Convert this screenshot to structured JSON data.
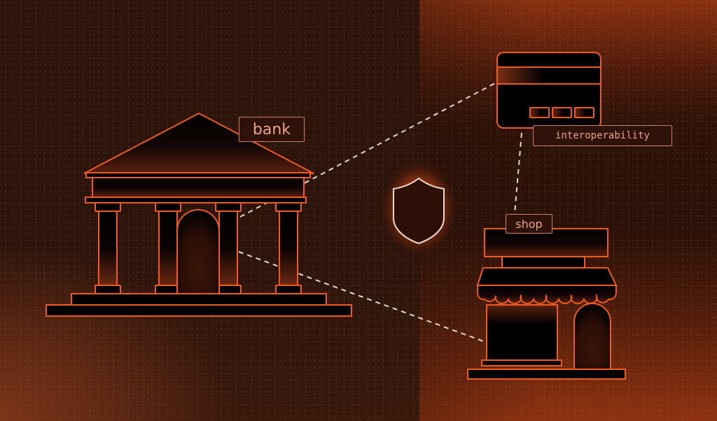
{
  "diagram": {
    "nodes": [
      {
        "id": "bank",
        "label": "bank",
        "icon": "bank-building-icon"
      },
      {
        "id": "card",
        "label": "interoperability",
        "icon": "credit-card-icon"
      },
      {
        "id": "shop",
        "label": "shop",
        "icon": "storefront-icon"
      },
      {
        "id": "security",
        "label": "",
        "icon": "shield-icon"
      }
    ],
    "edges": [
      {
        "from": "bank",
        "to": "card",
        "style": "dashed"
      },
      {
        "from": "bank",
        "to": "shop",
        "style": "dashed"
      },
      {
        "from": "card",
        "to": "shop",
        "style": "dashed"
      }
    ]
  },
  "labels": {
    "bank": "bank",
    "interoperability": "interoperability",
    "shop": "shop"
  },
  "colors": {
    "outline": "#f05a1e",
    "label_border": "#c9826a",
    "label_text": "#eba38a",
    "label_bg": "#2e1109",
    "dash": "#e8d6cc",
    "shield_outline": "#f3d8cc",
    "bg_dark": "#2c140b",
    "bg_glow": "#8e3210"
  }
}
